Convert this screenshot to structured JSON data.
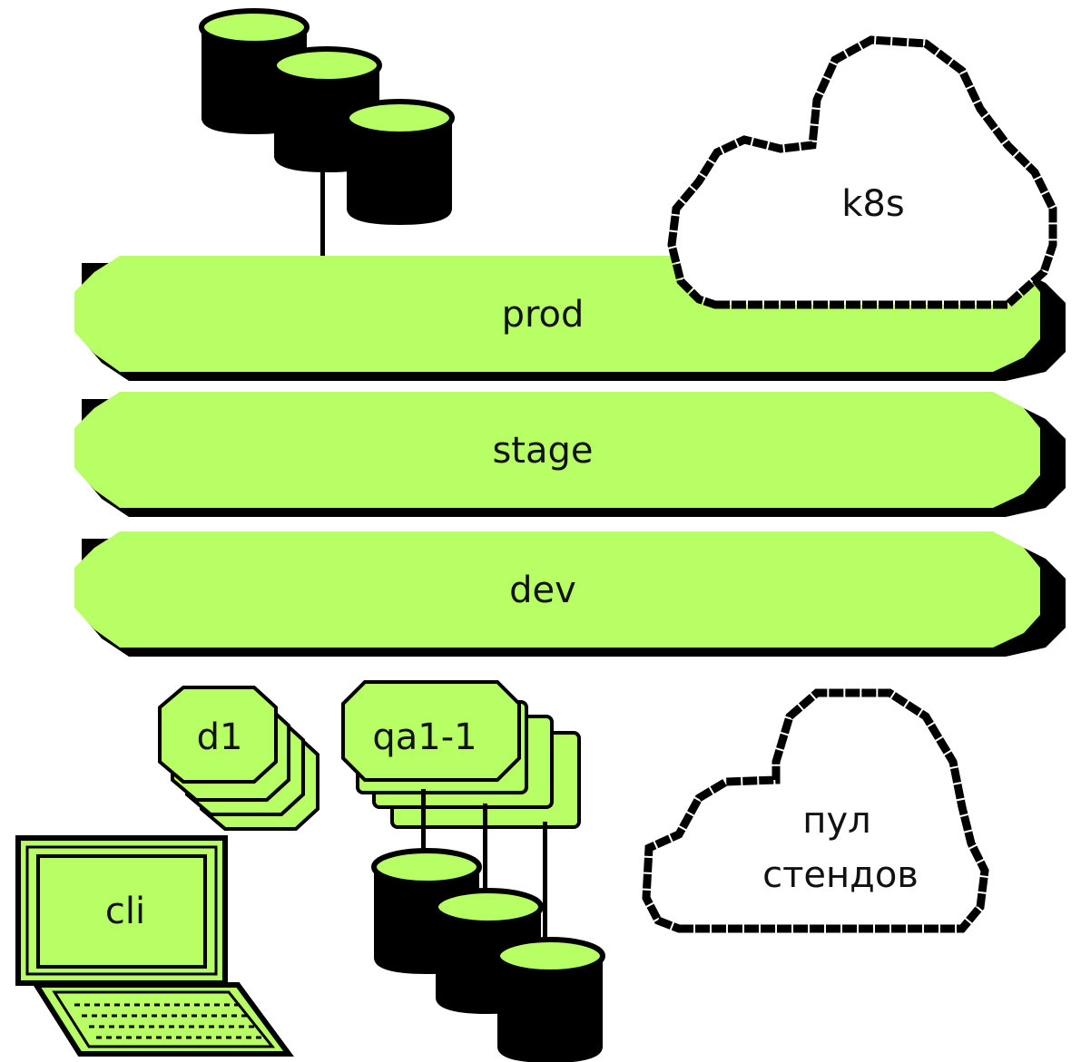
{
  "colors": {
    "accent": "#b8ff66",
    "ink": "#000000",
    "background": "#ffffff"
  },
  "environments": {
    "prod": "prod",
    "stage": "stage",
    "dev": "dev"
  },
  "clouds": {
    "k8s": "k8s",
    "pool_line1": "пул",
    "pool_line2": "стендов"
  },
  "stands": {
    "dev_stand": "d1",
    "qa_stand": "qa1-1"
  },
  "client": {
    "laptop": "cli"
  },
  "icons": {
    "databases_top": "database-stack-icon",
    "databases_bottom": "database-stack-icon",
    "laptop": "laptop-icon"
  }
}
